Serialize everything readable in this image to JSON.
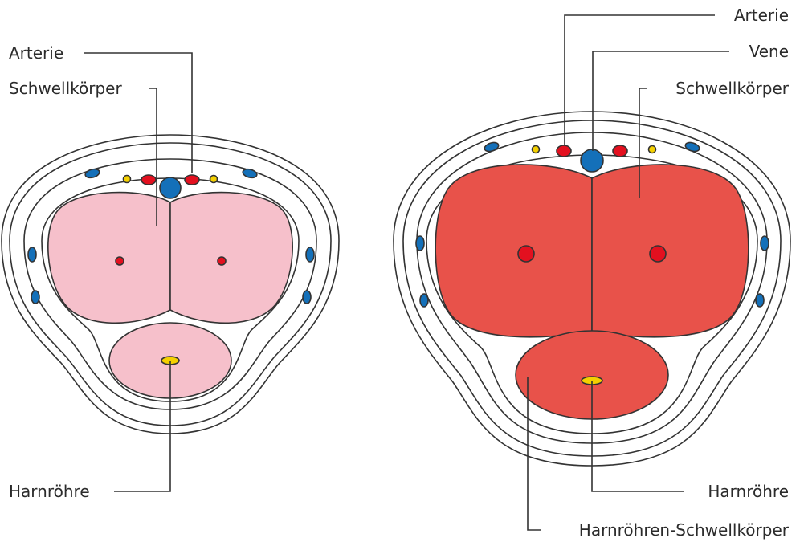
{
  "labels": {
    "left": {
      "arterie": "Arterie",
      "schwellkoerper": "Schwellkörper",
      "harnroehre": "Harnröhre"
    },
    "right": {
      "arterie": "Arterie",
      "vene": "Vene",
      "schwellkoerper": "Schwellkörper",
      "harnroehre": "Harnröhre",
      "harnroehren_schwellkoerper": "Harnröhren-Schwellkörper"
    }
  },
  "colors": {
    "flaccid_tissue": "#f6c0cb",
    "erect_tissue": "#e8524a",
    "artery": "#e3101f",
    "vein": "#1470b9",
    "nerve": "#f4d000",
    "outline": "#333333"
  }
}
